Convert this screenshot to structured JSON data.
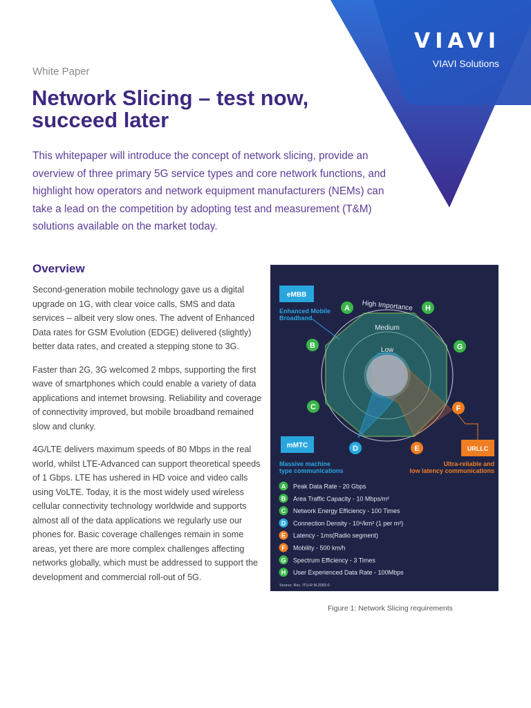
{
  "brand": {
    "logo_text": "VIAVI",
    "subtitle": "VIAVI Solutions",
    "colors": {
      "primary": "#3d2a80",
      "blue": "#2a5fc9",
      "dark": "#1f2447"
    }
  },
  "header": {
    "eyebrow": "White Paper",
    "title": "Network Slicing – test now, succeed later"
  },
  "intro": "This whitepaper will introduce the concept of network slicing, provide an overview of three primary 5G service types and core network functions, and highlight how operators and network equipment manufacturers (NEMs) can take a lead on the competition by adopting test and measurement (T&M) solutions available on the market today.",
  "overview": {
    "heading": "Overview",
    "paragraphs": [
      "Second-generation mobile technology gave us a digital upgrade on 1G, with clear voice calls, SMS and data services – albeit very slow ones. The advent of Enhanced Data rates for GSM Evolution (EDGE) delivered (slightly) better data rates, and created a stepping stone to 3G.",
      "Faster than 2G, 3G welcomed 2 mbps, supporting the first wave of smartphones which could enable a variety of data applications and internet browsing. Reliability and coverage of connectivity improved, but mobile broadband remained slow and clunky.",
      "4G/LTE delivers maximum speeds of 80 Mbps in the real world, whilst LTE-Advanced can support theoretical speeds of 1 Gbps. LTE has ushered in HD voice and video calls using VoLTE. Today, it is the most widely used wireless cellular connectivity technology worldwide and supports almost all of the data applications we regularly use our phones for. Basic coverage challenges remain in some areas, yet there are more complex challenges affecting networks globally, which must be addressed to support the development and commercial roll-out of 5G."
    ]
  },
  "figure": {
    "caption": "Figure 1: Network Slicing requirements",
    "rings": [
      "High Importance",
      "Medium",
      "Low"
    ],
    "services": {
      "embb": {
        "badge": "eMBB",
        "label_1": "Enhanced Mobile",
        "label_2": "Broadband"
      },
      "mmtc": {
        "badge": "mMTC",
        "label_1": "Massive machine",
        "label_2": "type communications"
      },
      "urllc": {
        "badge": "URLLC",
        "label_1": "Ultra-reliable and",
        "label_2": "low latency communications"
      }
    },
    "legend": [
      {
        "letter": "A",
        "text": "Peak Data Rate - 20 Gbps",
        "color": "#3bb54a"
      },
      {
        "letter": "B",
        "text": "Area Traffic Capacity - 10 Mbps/m²",
        "color": "#3bb54a"
      },
      {
        "letter": "C",
        "text": "Network Energy Efficiency - 100 Times",
        "color": "#3bb54a"
      },
      {
        "letter": "D",
        "text": "Connection Density - 10⁶/km² (1 per m²)",
        "color": "#29a8e0"
      },
      {
        "letter": "E",
        "text": "Latency - 1ms(Radio segment)",
        "color": "#ef7d22"
      },
      {
        "letter": "F",
        "text": "Mobility - 500 km/h",
        "color": "#ef7d22"
      },
      {
        "letter": "G",
        "text": "Spectrum Efficiency - 3 Times",
        "color": "#3bb54a"
      },
      {
        "letter": "H",
        "text": "User Experienced Data Rate - 100Mbps",
        "color": "#3bb54a"
      }
    ],
    "source": "Source: Rec. ITU-R M.2083-0"
  }
}
